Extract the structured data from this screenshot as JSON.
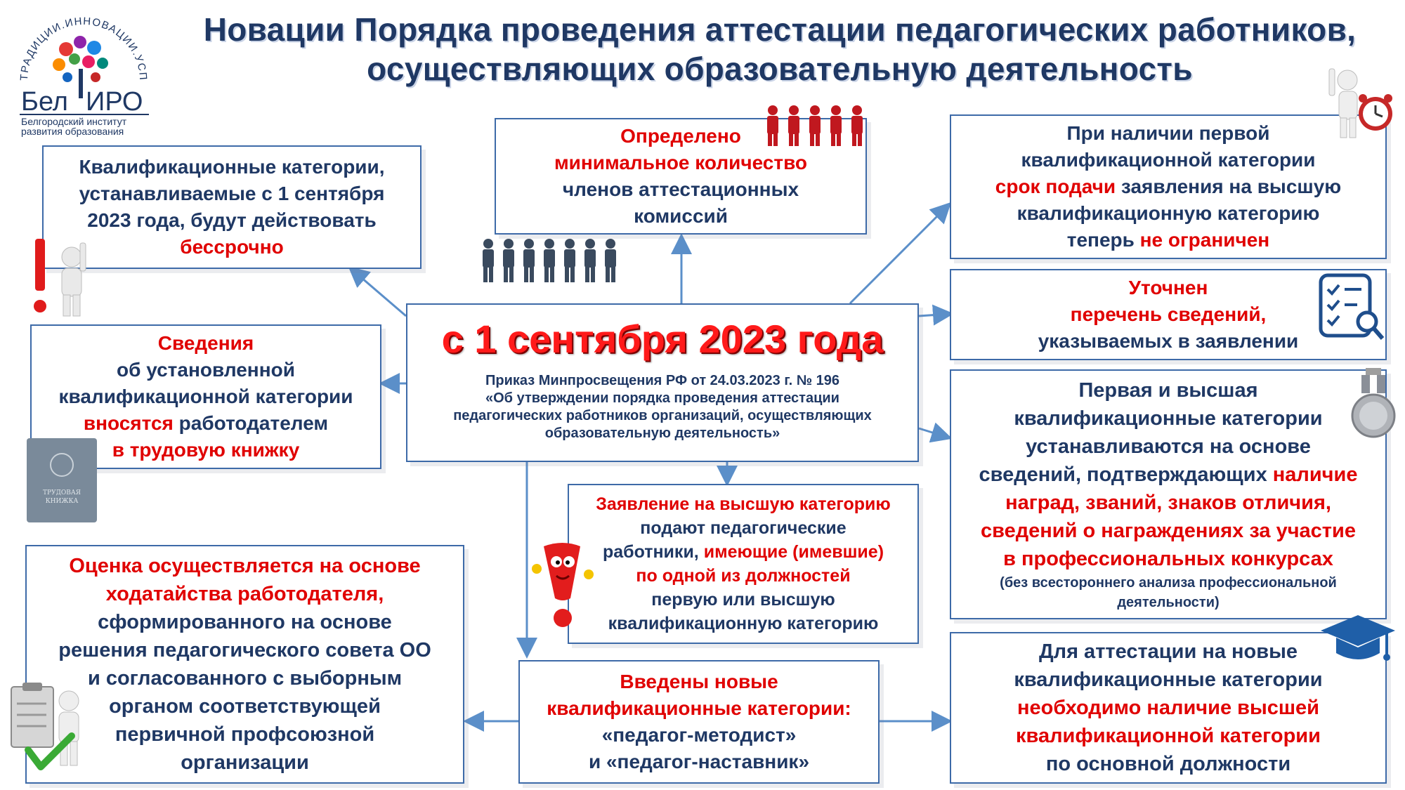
{
  "header": {
    "title_line1": "Новации Порядка проведения аттестации педагогических работников,",
    "title_line2": "осуществляющих образовательную деятельность"
  },
  "logo": {
    "arc_text": "ТРАДИЦИИ.ИННОВАЦИИ.УСПЕХ",
    "brand_left": "Бел",
    "brand_right": "ИРО",
    "subtitle_line1": "Белгородский институт",
    "subtitle_line2": "развития образования"
  },
  "center": {
    "date": "с 1 сентября 2023 года",
    "order_line1": "Приказ Минпросвещения РФ от 24.03.2023 г. № 196",
    "order_line2": "«Об утверждении порядка проведения аттестации",
    "order_line3": "педагогических работников организаций, осуществляющих",
    "order_line4": "образовательную деятельность»"
  },
  "boxes": {
    "indefinite": {
      "l1": "Квалификационные категории,",
      "l2": "устанавливаемые с 1 сентября",
      "l3": "2023 года, будут действовать",
      "l4_red": "бессрочно"
    },
    "commission": {
      "l1_red": "Определено",
      "l2_red": "минимальное количество",
      "l3": "членов аттестационных",
      "l4": "комиссий"
    },
    "deadline": {
      "l1": "При наличии первой",
      "l2": "квалификационной категории",
      "l3_red": "срок подачи",
      "l3": " заявления на высшую",
      "l4": "квалификационную категорию",
      "l5": "теперь ",
      "l5_red": "не ограничен"
    },
    "list": {
      "l1_red": "Уточнен",
      "l2_red": "перечень сведений,",
      "l3": "указываемых в заявлении"
    },
    "workbook": {
      "l1_red": "Сведения",
      "l2": "об установленной",
      "l3": "квалификационной категории",
      "l4_red": "вносятся",
      "l4": " работодателем",
      "l5_red": "в трудовую книжку"
    },
    "awards": {
      "l1": "Первая и высшая",
      "l2": "квалификационные категории",
      "l3": "устанавливаются на основе",
      "l4": "сведений, подтверждающих ",
      "l4_red": "наличие",
      "l5_red": "наград, званий, знаков отличия,",
      "l6_red": "сведений о награждениях за участие",
      "l7_red": "в профессиональных конкурсах",
      "l8": "(без всестороннего анализа профессиональной",
      "l9": "деятельности)"
    },
    "application": {
      "l1_red": "Заявление на высшую категорию",
      "l2": "подают педагогические",
      "l3": "работники, ",
      "l3_red": "имеющие (имевшие)",
      "l4_red": "по одной из должностей",
      "l5": "первую или высшую",
      "l6": "квалификационную категорию"
    },
    "evaluation": {
      "l1_red": "Оценка осуществляется на основе",
      "l2_red": "ходатайства работодателя,",
      "l3": "сформированного на основе",
      "l4": "решения педагогического совета ОО",
      "l5": "и согласованного с выборным",
      "l6": "органом соответствующей",
      "l7": "первичной профсоюзной",
      "l8": "организации"
    },
    "new_categories": {
      "l1_red": "Введены новые",
      "l2_red": "квалификационные категории:",
      "l3": "«педагог-методист»",
      "l4": "и «педагог-наставник»"
    },
    "requirement": {
      "l1": "Для аттестации на новые",
      "l2": "квалификационные категории",
      "l3_red": "необходимо наличие высшей",
      "l4_red": "квалификационной категории",
      "l5": "по основной должности"
    }
  },
  "workbook_icon": {
    "l1": "ТРУДОВАЯ",
    "l2": "КНИЖКА"
  },
  "colors": {
    "navy": "#1f3864",
    "red": "#e00000",
    "border": "#3d6aa8",
    "arrow": "#5b8fc9"
  },
  "icons": [
    "logo-tree-icon",
    "people-group-icon",
    "people-group-icon",
    "exclamation-figure-icon",
    "alarm-clock-figure-icon",
    "checklist-search-icon",
    "medal-icon",
    "workbook-icon",
    "exclamation-mascot-icon",
    "clipboard-check-icon",
    "graduation-cap-icon"
  ]
}
